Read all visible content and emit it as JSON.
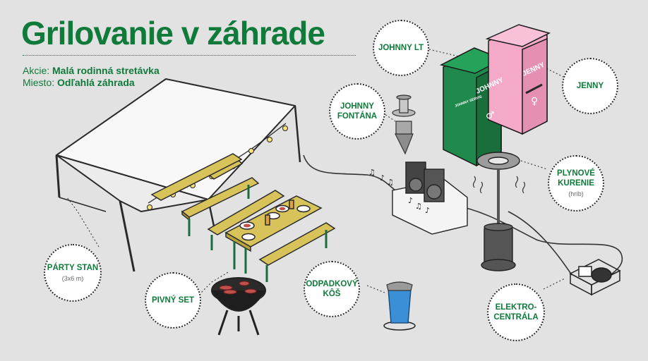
{
  "title": "Grilovanie v záhrade",
  "info": {
    "event_label": "Akcie:",
    "event_value": "Malá rodinná stretávka",
    "place_label": "Miesto:",
    "place_value": "Odľahlá záhrada"
  },
  "callouts": {
    "johnny_lt": {
      "name": "JOHNNY LT"
    },
    "jenny": {
      "name": "JENNY"
    },
    "johnny_fontana": {
      "name": "JOHNNY\nFONTÁNA"
    },
    "plynove_kurenie": {
      "name": "PLYNOVÉ\nKURENIE",
      "note": "(hríb)"
    },
    "party_stan": {
      "name": "PÁRTY STAN",
      "note": "(3x6 m)"
    },
    "pivny_set": {
      "name": "PIVNÝ SET"
    },
    "odpadkovy_kos": {
      "name": "ODPADKOVÝ\nKÔŠ"
    },
    "elektrocentrala": {
      "name": "ELEKTRO-\nCENTRÁLA"
    }
  },
  "toilets": {
    "green_brand": "JOHNNY",
    "green_sub": "JOHNNY SERVIS",
    "pink_brand": "JENNY"
  },
  "colors": {
    "brand_green": "#0f7a3a",
    "toilet_green": "#1f8a4c",
    "toilet_pink": "#f4a9c8",
    "tent_white": "#f7f7f7",
    "wood": "#d8c25a",
    "background": "#e2e2e2"
  }
}
